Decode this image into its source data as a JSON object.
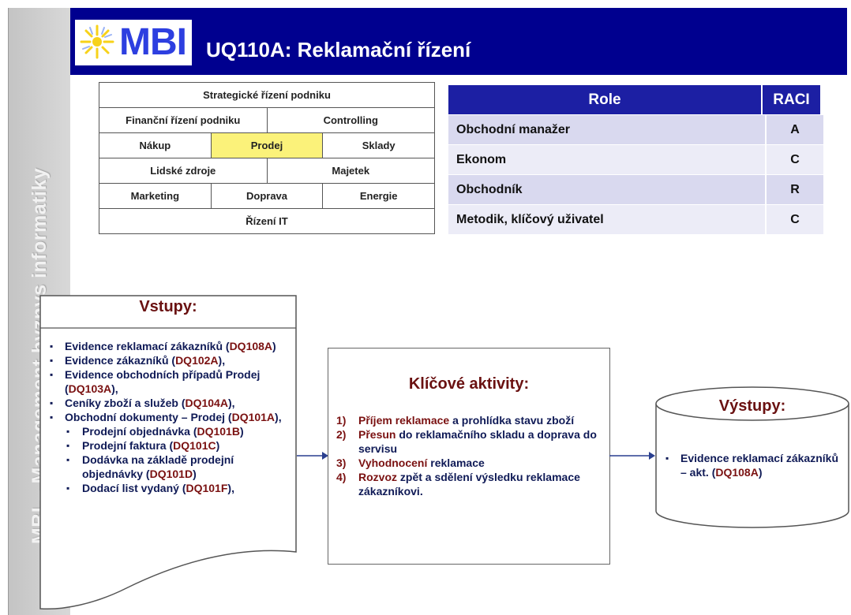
{
  "sidebar": {
    "text": "MBI – Management byznys informatiky"
  },
  "header": {
    "logo_text": "MBI",
    "title": "UQ110A: Reklamační řízení",
    "bg_color": "#00008f",
    "logo_color": "#2d3fe0"
  },
  "org_chart": {
    "rows": [
      [
        "Strategické řízení podniku"
      ],
      [
        "Finanční řízení podniku",
        "Controlling"
      ],
      [
        "Nákup",
        "Prodej",
        "Sklady"
      ],
      [
        "Lidské zdroje",
        "Majetek"
      ],
      [
        "Marketing",
        "Doprava",
        "Energie"
      ],
      [
        "Řízení IT"
      ]
    ],
    "highlighted": "Prodej",
    "highlight_color": "#fbf27a"
  },
  "raci": {
    "header_role": "Role",
    "header_raci": "RACI",
    "rows": [
      {
        "role": "Obchodní manažer",
        "raci": "A"
      },
      {
        "role": "Ekonom",
        "raci": "C"
      },
      {
        "role": "Obchodník",
        "raci": "R"
      },
      {
        "role": "Metodik, klíčový uživatel",
        "raci": "C"
      }
    ]
  },
  "vstupy": {
    "title": "Vstupy:",
    "items": [
      {
        "text": "Evidence reklamací zákazníků (",
        "code": "DQ108A",
        "after": ")",
        "sub": false
      },
      {
        "text": "Evidence zákazníků (",
        "code": "DQ102A",
        "after": "),",
        "sub": false
      },
      {
        "text": "Evidence obchodních případů Prodej (",
        "code": "DQ103A",
        "after": "),",
        "sub": false
      },
      {
        "text": "Ceníky zboží a služeb (",
        "code": "DQ104A",
        "after": "),",
        "sub": false
      },
      {
        "text": "Obchodní dokumenty  – Prodej (",
        "code": "DQ101A",
        "after": "),",
        "sub": false
      },
      {
        "text": "Prodejní objednávka (",
        "code": "DQ101B",
        "after": ")",
        "sub": true
      },
      {
        "text": "Prodejní faktura (",
        "code": "DQ101C",
        "after": ")",
        "sub": true
      },
      {
        "text": "Dodávka na základě prodejní objednávky (",
        "code": "DQ101D",
        "after": ")",
        "sub": true
      },
      {
        "text": "Dodací list vydaný  (",
        "code": "DQ101F",
        "after": "),",
        "sub": true
      }
    ]
  },
  "aktivity": {
    "title": "Klíčové aktivity:",
    "items": [
      {
        "num": "1)",
        "key": "Příjem reklamace",
        "rest": " a prohlídka stavu zboží"
      },
      {
        "num": "2)",
        "key": "Přesun",
        "rest": " do reklamačního skladu a doprava do servisu"
      },
      {
        "num": "3)",
        "key": "Vyhodnocení",
        "rest": " reklamace"
      },
      {
        "num": "4)",
        "key": "Rozvoz",
        "rest": " zpět a sdělení výsledku reklamace zákazníkovi."
      }
    ]
  },
  "vystupy": {
    "title": "Výstupy:",
    "item_text": "Evidence reklamací zákazníků – akt. (",
    "item_code": "DQ108A",
    "item_after": ")"
  }
}
